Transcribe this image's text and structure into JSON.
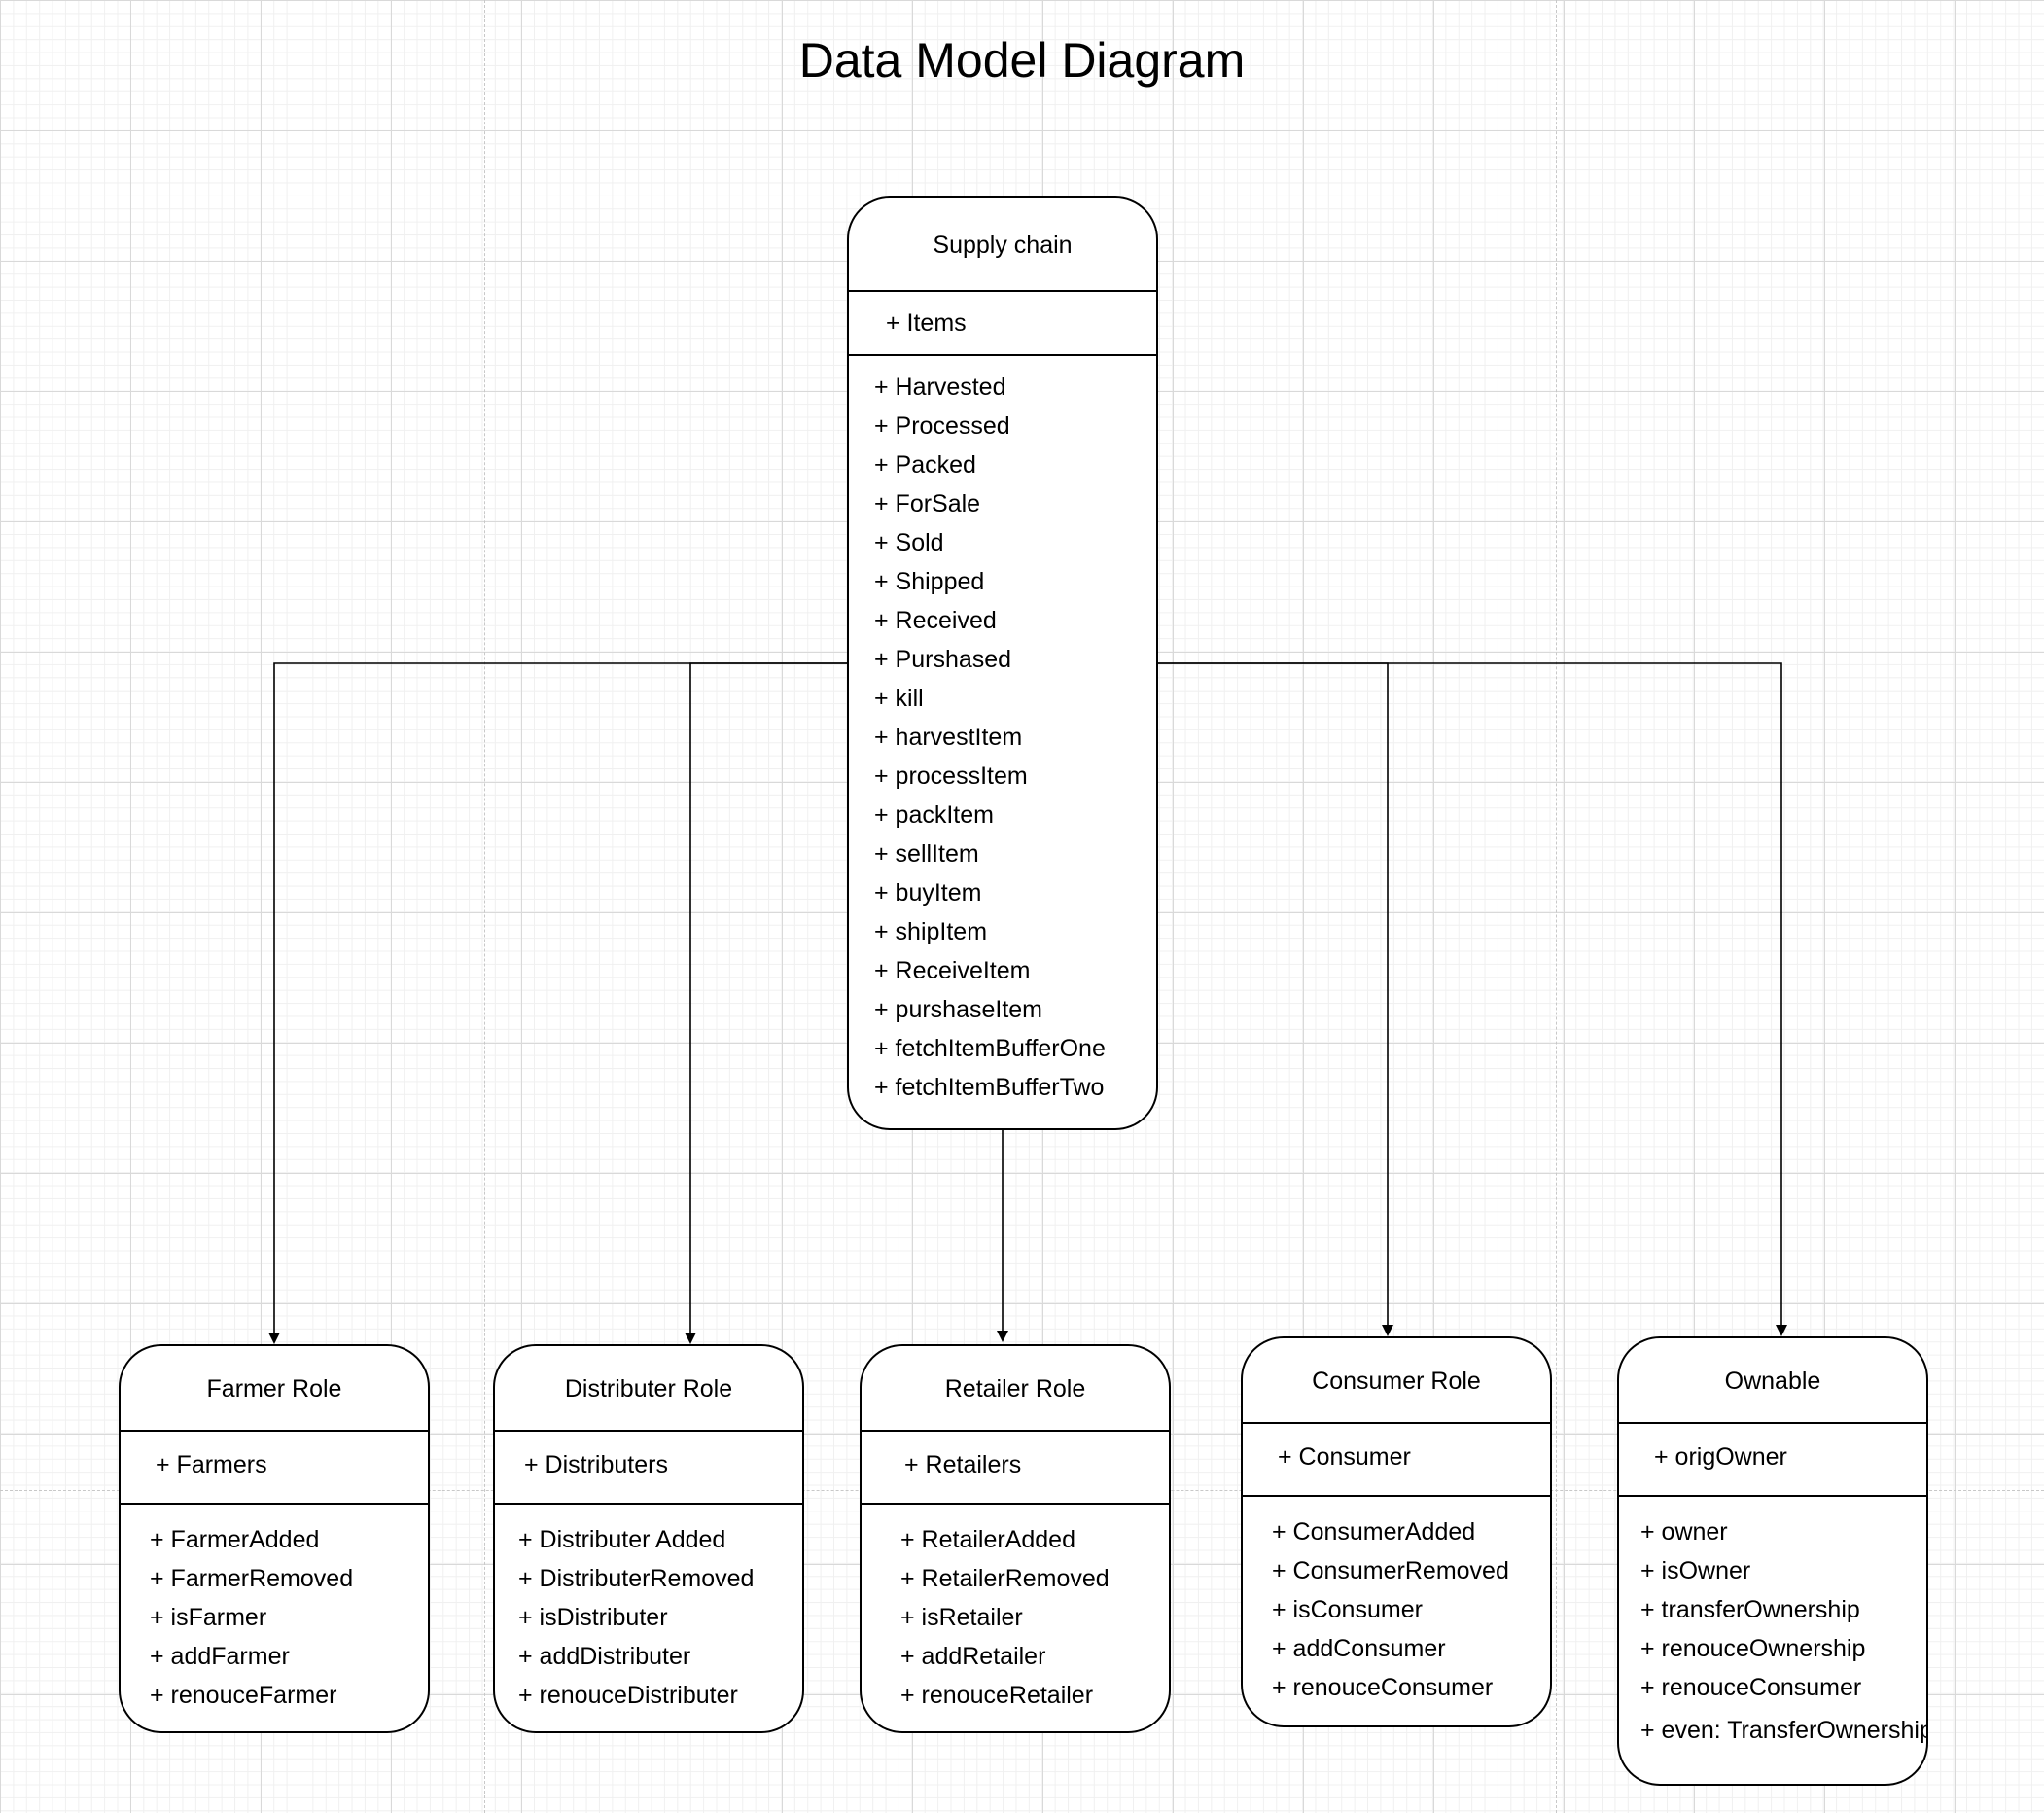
{
  "title": "Data Model Diagram",
  "supply_chain": {
    "name": "Supply chain",
    "attributes": [
      "+ Items"
    ],
    "methods": [
      "+ Harvested",
      "+ Processed",
      "+ Packed",
      "+ ForSale",
      "+ Sold",
      "+ Shipped",
      "+ Received",
      "+ Purshased",
      "+ kill",
      "+ harvestItem",
      "+ processItem",
      "+ packItem",
      "+ sellItem",
      "+ buyItem",
      "+ shipItem",
      "+ ReceiveItem",
      "+ purshaseItem",
      "+ fetchItemBufferOne",
      "+ fetchItemBufferTwo"
    ]
  },
  "farmer_role": {
    "name": "Farmer Role",
    "attributes": [
      "+ Farmers"
    ],
    "methods": [
      "+ FarmerAdded",
      "+ FarmerRemoved",
      "+ isFarmer",
      "+ addFarmer",
      "+ renouceFarmer"
    ]
  },
  "distributer_role": {
    "name": "Distributer Role",
    "attributes": [
      "+ Distributers"
    ],
    "methods": [
      "+ Distributer Added",
      "+ DistributerRemoved",
      "+ isDistributer",
      "+ addDistributer",
      "+ renouceDistributer"
    ]
  },
  "retailer_role": {
    "name": "Retailer Role",
    "attributes": [
      "+ Retailers"
    ],
    "methods": [
      "+ RetailerAdded",
      "+ RetailerRemoved",
      "+ isRetailer",
      "+ addRetailer",
      "+ renouceRetailer"
    ]
  },
  "consumer_role": {
    "name": "Consumer Role",
    "attributes": [
      "+ Consumer"
    ],
    "methods": [
      "+ ConsumerAdded",
      "+ ConsumerRemoved",
      "+ isConsumer",
      "+ addConsumer",
      "+ renouceConsumer"
    ]
  },
  "ownable": {
    "name": "Ownable",
    "attributes": [
      "+ origOwner"
    ],
    "methods": [
      "+ owner",
      "+ isOwner",
      "+ transferOwnership",
      "+ renouceOwnership",
      "+ renouceConsumer",
      "+ even: TransferOwnership"
    ]
  }
}
